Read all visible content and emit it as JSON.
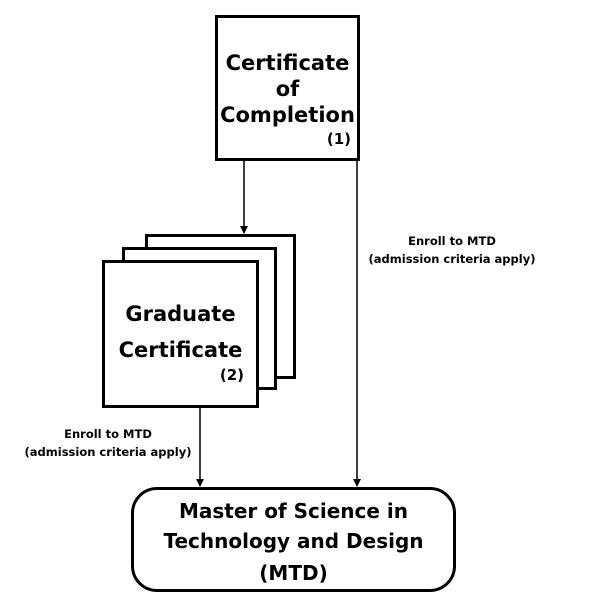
{
  "certificate_of_completion": {
    "line1": "Certificate",
    "line2": "of",
    "line3": "Completion",
    "number": "(1)"
  },
  "graduate_certificate": {
    "line1": "Graduate",
    "line2": "Certificate",
    "number": "(2)"
  },
  "mtd": {
    "line1": "Master of Science in",
    "line2": "Technology and Design",
    "line3": "(MTD)"
  },
  "right_path_note": {
    "line1": "Enroll to MTD",
    "line2": "(admission criteria apply)"
  },
  "left_path_note": {
    "line1": "Enroll to MTD",
    "line2": "(admission criteria apply)"
  }
}
